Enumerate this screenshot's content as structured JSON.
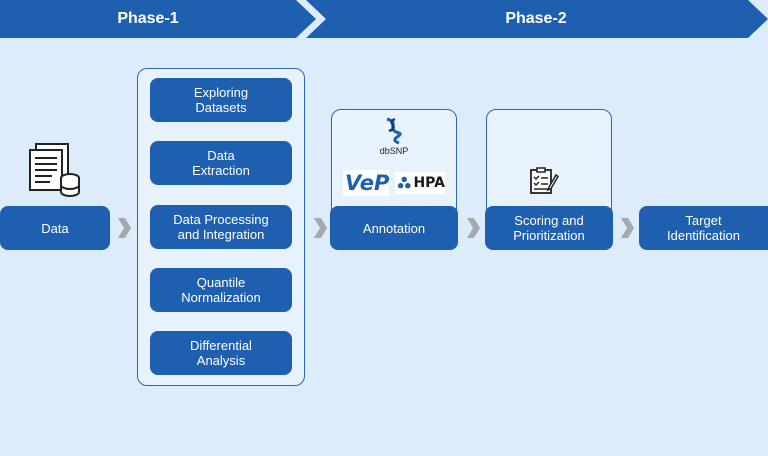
{
  "banner": {
    "phase1": "Phase-1",
    "phase2": "Phase-2",
    "colors": {
      "phase1": "#1f5fb0",
      "phase2": "#1f5fb0",
      "background": "#dcecfb"
    }
  },
  "pipeline": {
    "data": "Data",
    "annotation": "Annotation",
    "scoring": "Scoring and\nPrioritization",
    "target": "Target\nIdentification"
  },
  "phase1_steps": [
    "Exploring\nDatasets",
    "Data\nExtraction",
    "Data Processing\nand Integration",
    "Quantile\nNormalization",
    "Differential\nAnalysis"
  ],
  "annotation_tools": {
    "dbsnp": "dbSNP",
    "vep": "VeP",
    "hpa": "HPA"
  },
  "icons": [
    "database-document-icon",
    "dbsnp-logo-icon",
    "vep-logo-icon",
    "hpa-logo-icon",
    "checklist-pencil-icon",
    "chevron-right-icon"
  ]
}
